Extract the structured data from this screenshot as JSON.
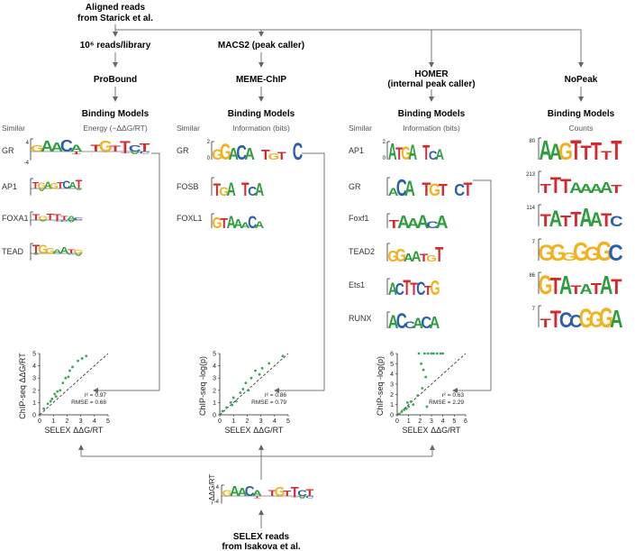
{
  "top": {
    "line1": "Aligned reads",
    "line2": "from Starick et al."
  },
  "branches": {
    "probound": {
      "step": "10⁶ reads/library",
      "tool": "ProBound",
      "models": "Binding Models",
      "similar": "Similar",
      "axis": "Energy (−ΔΔG/RT)",
      "labels": [
        "GR",
        "AP1",
        "FOXA1",
        "TEAD"
      ],
      "logos": [
        "GAACA TGTTCT",
        "TGAGTCAT",
        "TGTTTAC",
        "TGGAATG"
      ]
    },
    "meme": {
      "step": "MACS2 (peak caller)",
      "tool": "MEME-ChIP",
      "models": "Binding Models",
      "similar": "Similar",
      "axis": "Information (bits)",
      "labels": [
        "GR",
        "FOSB",
        "FOXL1"
      ],
      "logos": [
        "GGACA TGT C",
        "TGA TCA",
        "GTAAACA"
      ]
    },
    "homer": {
      "tool": "HOMER",
      "tool2": "(internal peak caller)",
      "models": "Binding Models",
      "similar": "Similar",
      "axis": "Information (bits)",
      "labels": [
        "AP1",
        "GR",
        "Foxf1",
        "TEAD2",
        "Ets1",
        "RUNX"
      ],
      "logos": [
        "ATGA TCA",
        "ACA TGT CT",
        "TAAACA",
        "GGAATGT",
        "ACTTCTG",
        "ACCACA"
      ]
    },
    "nopeak": {
      "tool": "NoPeak",
      "models": "Binding Models",
      "axis": "Counts",
      "counts": [
        "80",
        "213",
        "114",
        "7",
        "86",
        "7"
      ],
      "logos": [
        "AAGTTTTT",
        "TTTAAAAT",
        "TATTAATC",
        "GGGGGGC",
        "GTATATAT",
        "TTCCGGGA"
      ]
    }
  },
  "scatters": [
    {
      "ylabel": "ChIP-seq ΔΔG/RT",
      "xlabel": "SELEX ΔΔG/RT",
      "r2": "r² = 0.97",
      "rmse": "RMSE = 0.68",
      "xticks": [
        "0",
        "1",
        "2",
        "3",
        "4",
        "5"
      ],
      "yticks": [
        "0",
        "1",
        "2",
        "3",
        "4",
        "5"
      ]
    },
    {
      "ylabel": "ChIP-seq -log(p)",
      "xlabel": "SELEX ΔΔG/RT",
      "r2": "r² = 0.86",
      "rmse": "RMSE = 0.79",
      "xticks": [
        "0",
        "1",
        "2",
        "3",
        "4",
        "5"
      ],
      "yticks": [
        "0",
        "1",
        "2",
        "3",
        "4",
        "5"
      ]
    },
    {
      "ylabel": "ChIP-seq -log(p)",
      "xlabel": "SELEX ΔΔG/RT",
      "r2": "r² = 0.63",
      "rmse": "RMSE = 2.29",
      "xticks": [
        "0",
        "1",
        "2",
        "3",
        "4",
        "5",
        "6"
      ],
      "yticks": [
        "0",
        "1",
        "2",
        "3",
        "4",
        "5",
        "6"
      ]
    }
  ],
  "selex": {
    "axis": "−ΔΔG/RT",
    "tick_top": "4",
    "tick_bottom": "-4",
    "logo": "GAACA TGTTCT",
    "line1": "SELEX reads",
    "line2": "from Isakova et al."
  },
  "logo_ticks": {
    "energy_top": "4",
    "energy_bottom": "-4",
    "bits_top": "2",
    "bits_zero": "0"
  },
  "colors": {
    "A": "#2e9e3e",
    "C": "#2a5fb0",
    "G": "#f2b21f",
    "T": "#d7282e",
    "arrow": "#777777",
    "points": "#3aa655"
  }
}
